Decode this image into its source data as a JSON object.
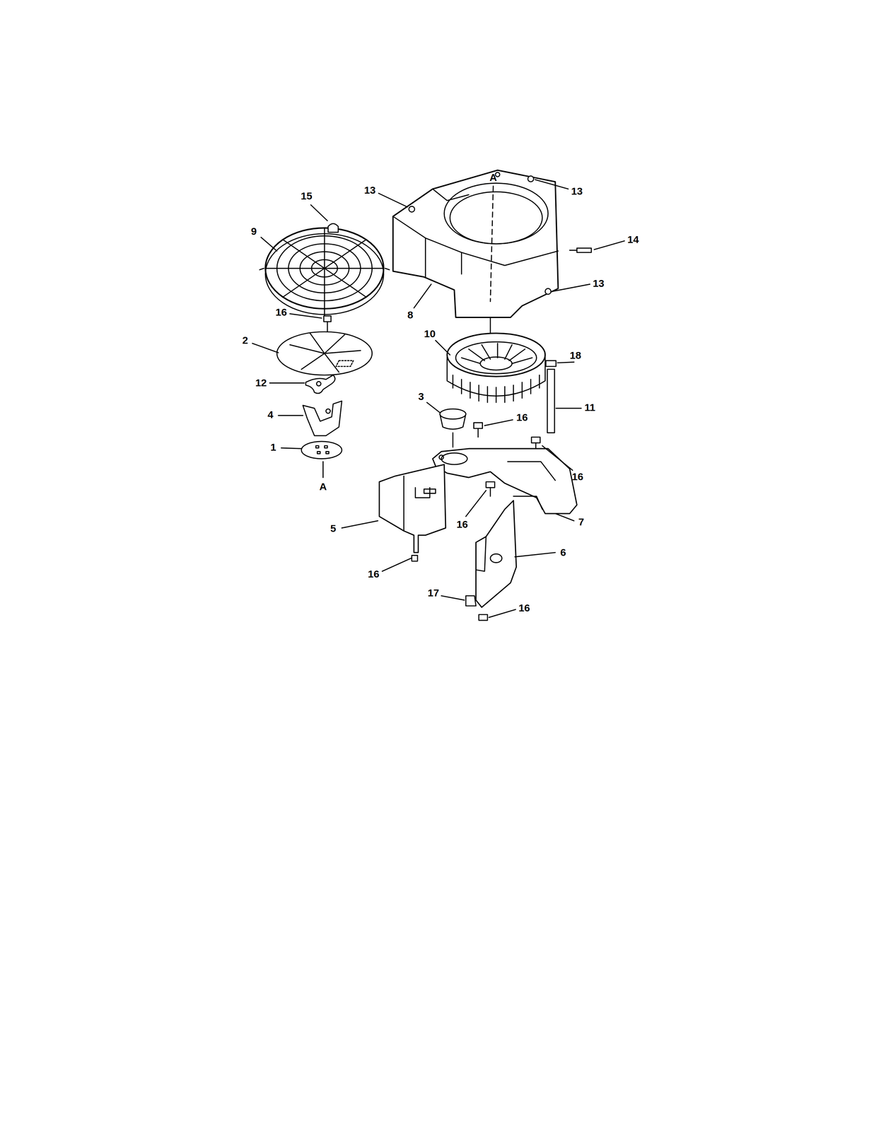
{
  "diagram": {
    "labels": [
      "15",
      "9",
      "13",
      "A",
      "13",
      "14",
      "13",
      "8",
      "16",
      "2",
      "10",
      "18",
      "12",
      "3",
      "11",
      "16",
      "4",
      "1",
      "16",
      "A",
      "16",
      "7",
      "5",
      "16",
      "6",
      "17",
      "16"
    ]
  }
}
